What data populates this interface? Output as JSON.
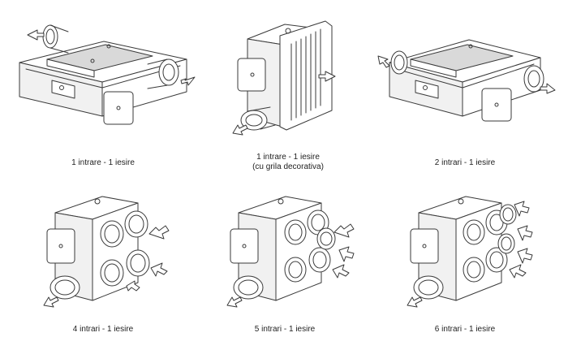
{
  "units": [
    {
      "caption": "1 intrare - 1 iesire",
      "caption2": ""
    },
    {
      "caption": "1 intrare - 1 iesire",
      "caption2": "(cu grila decorativa)"
    },
    {
      "caption": "2 intrari - 1 iesire",
      "caption2": ""
    },
    {
      "caption": "4 intrari - 1 iesire",
      "caption2": ""
    },
    {
      "caption": "5 intrari - 1 iesire",
      "caption2": ""
    },
    {
      "caption": "6 intrari - 1 iesire",
      "caption2": ""
    }
  ]
}
